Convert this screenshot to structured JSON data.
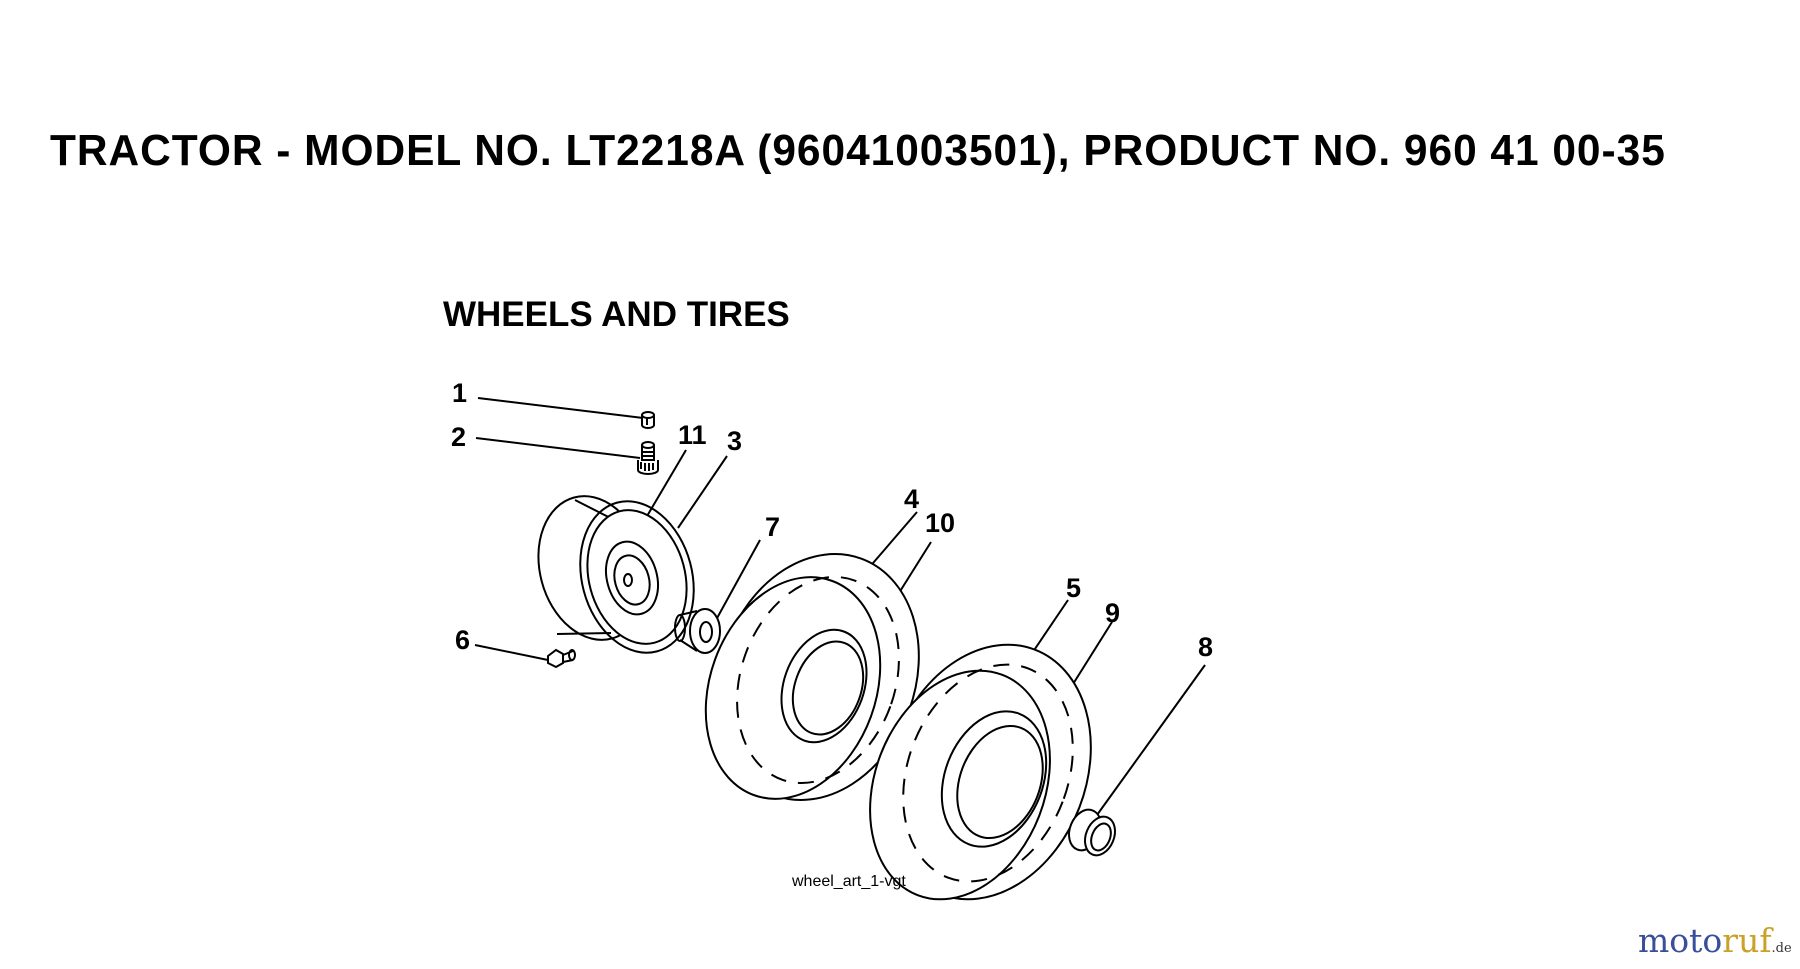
{
  "page": {
    "title": "TRACTOR - MODEL NO. LT2218A (96041003501), PRODUCT NO. 960 41 00-35",
    "section_title": "WHEELS AND TIRES",
    "art_code": "wheel_art_1-vgt"
  },
  "callouts": [
    "1",
    "2",
    "11",
    "3",
    "7",
    "4",
    "10",
    "5",
    "9",
    "8",
    "6"
  ],
  "parts": [
    "valve-cap",
    "valve-stem",
    "rim",
    "rim-ring",
    "flange-bushing",
    "front-tire",
    "rear-tire",
    "bearing-cap",
    "grease-fitting"
  ],
  "watermark": {
    "text": "motoruf",
    "tld": ".de",
    "colors": {
      "mo": "#3a4f9a",
      "to": "#3a4f9a",
      "ruf": "#c9a227"
    }
  }
}
